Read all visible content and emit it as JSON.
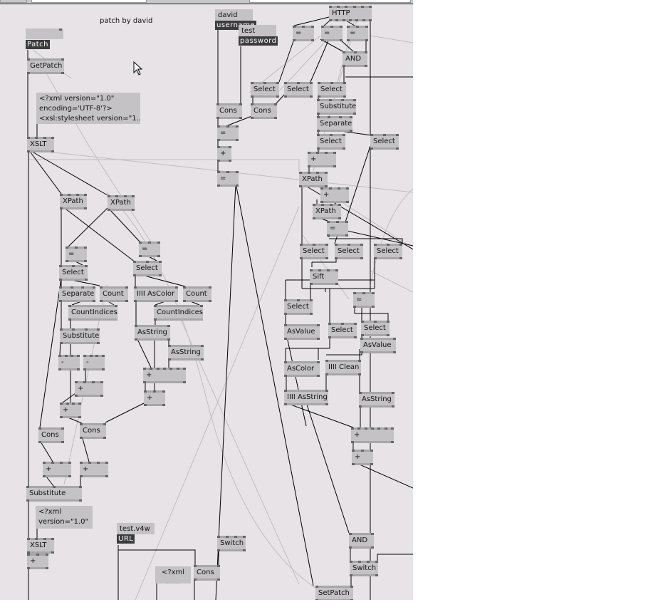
{
  "app": "vvvv patch editor",
  "comment": "patch by david",
  "iobox": {
    "patch_label": "Patch",
    "username_value": "david",
    "username_label": "username",
    "password_value": "test",
    "password_label": "password",
    "url_value": "test.v4w",
    "url_label": "URL",
    "xml1": "<?xml version=\"1.0\"\nencoding='UTF-8'?>\n<xsl:stylesheet version=\"1....",
    "xml2": "<?xml\nversion=\"1.0\"",
    "xml3": "<?xml\n......"
  },
  "nodes": {
    "getpatch": "GetPatch",
    "xslt1": "XSLT",
    "xpath1": "XPath",
    "xpath2": "XPath",
    "eq1": "=",
    "eq2": "=",
    "select1": "Select",
    "select2": "Select",
    "separate1": "Separate",
    "count1": "Count",
    "countindices1": "CountIndices",
    "substitute1": "Substitute",
    "minus1": "-",
    "minus2": "-",
    "plus1": "+",
    "plus2": "+",
    "cons1": "Cons",
    "cons2": "Cons",
    "plus3": "+",
    "plus4": "+",
    "substitute2": "Substitute",
    "ascolor1": "IIII  AsColor",
    "count2": "Count",
    "countindices2": "CountIndices",
    "asstring1": "AsString",
    "asstring2": "AsString",
    "plus5": "+",
    "plus6": "+",
    "xslt2": "XSLT",
    "plus7": "+",
    "cons_user": "Cons",
    "cons_pass": "Cons",
    "eq_cred": "=",
    "plus_cred": "+",
    "eq_cred2": "=",
    "switch1": "Switch",
    "cons_url": "Cons",
    "http": "HTTP",
    "eq_h1": "=",
    "eq_h2": "=",
    "eq_h3": "=",
    "and1": "AND",
    "sel_h1": "Select",
    "sel_h2": "Select",
    "sel_h3": "Select",
    "substitute3": "Substitute",
    "separate2": "Separate",
    "sel_h4": "Select",
    "sel_h5": "Select",
    "plus_h1": "+",
    "xpath3": "XPath",
    "plus_h2": "+",
    "xpath4": "XPath",
    "eq_h4": "=",
    "sel_h6": "Select",
    "sel_h7": "Select",
    "sel_h8": "Select",
    "sift": "Sift",
    "sel_h9": "Select",
    "eq_h5": "=",
    "asvalue1": "AsValue",
    "sel_h10": "Select",
    "sel_h11": "Select",
    "asvalue2": "AsValue",
    "ascolor2": "AsColor",
    "clean": "IIII  Clean",
    "asstring3": "IIII  AsString",
    "asstring4": "AsString",
    "plus_h3": "+",
    "plus_h4": "+",
    "and2": "AND",
    "switch2": "Switch",
    "setpatch": "SetPatch"
  }
}
